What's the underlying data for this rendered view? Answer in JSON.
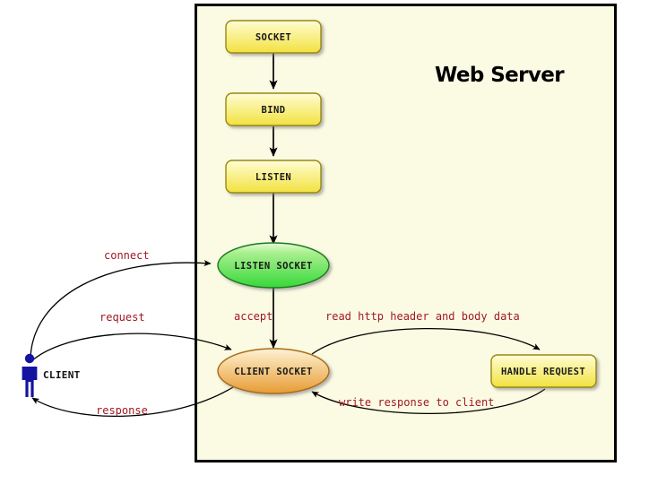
{
  "diagram": {
    "title": "Web Server",
    "panel": {
      "label": "Web Server",
      "background_color": "#fbfbe4",
      "border_color": "#000000"
    },
    "actor": {
      "name": "CLIENT",
      "icon": "person-icon",
      "color": "#1414a0"
    },
    "colors": {
      "box_fill_top": "#fdfbd0",
      "box_fill_bottom": "#f2e03a",
      "box_stroke": "#9a8c10",
      "ellipse_green_top": "#d8f7c8",
      "ellipse_green_bottom": "#3ad63a",
      "ellipse_green_stroke": "#1f7a1f",
      "ellipse_orange_top": "#fdeccd",
      "ellipse_orange_bottom": "#e8a13c",
      "ellipse_orange_stroke": "#b07018",
      "edge_label_color": "#a01824",
      "edge_line_color": "#000000",
      "panel_background": "#fbfbe4"
    },
    "nodes": [
      {
        "id": "socket",
        "label": "SOCKET",
        "shape": "rounded-box"
      },
      {
        "id": "bind",
        "label": "BIND",
        "shape": "rounded-box"
      },
      {
        "id": "listen",
        "label": "LISTEN",
        "shape": "rounded-box"
      },
      {
        "id": "listen_socket",
        "label": "LISTEN SOCKET",
        "shape": "ellipse"
      },
      {
        "id": "client_socket",
        "label": "CLIENT SOCKET",
        "shape": "ellipse"
      },
      {
        "id": "handle_request",
        "label": "HANDLE REQUEST",
        "shape": "rounded-box"
      }
    ],
    "edges": [
      {
        "id": "e_socket_bind",
        "from": "socket",
        "to": "bind",
        "label": ""
      },
      {
        "id": "e_bind_listen",
        "from": "bind",
        "to": "listen",
        "label": ""
      },
      {
        "id": "e_listen_ls",
        "from": "listen",
        "to": "listen_socket",
        "label": ""
      },
      {
        "id": "e_connect",
        "from": "client",
        "to": "listen_socket",
        "label": "connect"
      },
      {
        "id": "e_accept",
        "from": "listen_socket",
        "to": "client_socket",
        "label": "accept"
      },
      {
        "id": "e_request",
        "from": "client",
        "to": "client_socket",
        "label": "request"
      },
      {
        "id": "e_response",
        "from": "client_socket",
        "to": "client",
        "label": "response"
      },
      {
        "id": "e_read",
        "from": "client_socket",
        "to": "handle_request",
        "label": "read http header and body data"
      },
      {
        "id": "e_write",
        "from": "handle_request",
        "to": "client_socket",
        "label": "write response to client"
      }
    ]
  }
}
